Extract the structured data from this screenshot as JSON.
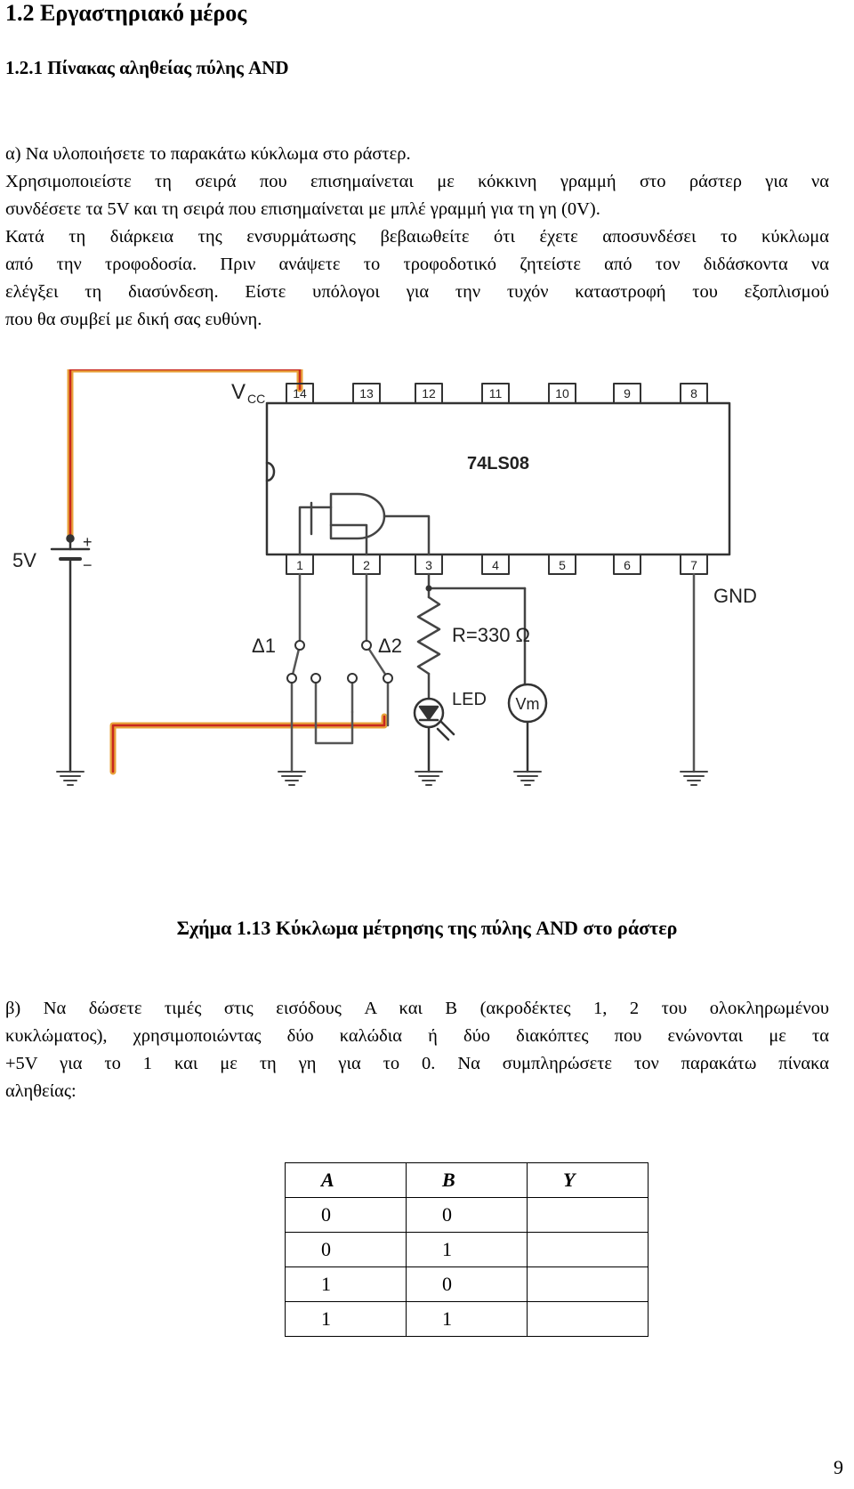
{
  "section_title": "1.2 Εργαστηριακό μέρος",
  "subsection_title": "1.2.1 Πίνακας αληθείας πύλης AND",
  "paragraph_a": [
    "α) Να υλοποιήσετε το παρακάτω κύκλωμα στο ράστερ.",
    "Χρησιμοποιείστε τη σειρά που επισημαίνεται με κόκκινη γραμμή στο ράστερ για να",
    "συνδέσετε τα 5V και τη σειρά που επισημαίνεται με μπλέ γραμμή για τη γη (0V).",
    "Κατά τη διάρκεια της ενσυρμάτωσης βεβαιωθείτε ότι έχετε αποσυνδέσει το κύκλωμα",
    "από την τροφοδοσία. Πριν ανάψετε το τροφοδοτικό ζητείστε από τον διδάσκοντα να",
    "ελέγξει τη διασύνδεση. Είστε υπόλογοι για την τυχόν καταστροφή του εξοπλισμού",
    "που θα συμβεί με δική σας ευθύνη."
  ],
  "figure": {
    "vcc_label": "V",
    "vcc_sub": "CC",
    "chip_label": "74LS08",
    "top_pins": [
      "14",
      "13",
      "12",
      "11",
      "10",
      "9",
      "8"
    ],
    "bottom_pins": [
      "1",
      "2",
      "3",
      "4",
      "5",
      "6",
      "7"
    ],
    "supply_label": "5V",
    "plus_sign": "+",
    "minus_sign": "−",
    "gnd_label": "GND",
    "switch1_label": "Δ1",
    "switch2_label": "Δ2",
    "resistor_label": "R=330 Ω",
    "led_label": "LED",
    "meter_label": "Vm",
    "colors": {
      "supply_wire": "#e8a33a",
      "supply_wire_core": "#c8281e",
      "wire": "#555555"
    }
  },
  "caption": "Σχήμα 1.13 Κύκλωμα μέτρησης της πύλης AND στο ράστερ",
  "paragraph_b": [
    "β) Να δώσετε τιμές στις εισόδους A και B (ακροδέκτες 1, 2 του ολοκληρωμένου",
    "κυκλώματος), χρησιμοποιώντας δύο καλώδια ή δύο διακόπτες που ενώνονται με τα",
    "+5V για το 1 και με τη γη για το 0. Να συμπληρώσετε τον παρακάτω πίνακα",
    "αληθείας:"
  ],
  "truth_table": {
    "headers": [
      "A",
      "B",
      "Y"
    ],
    "rows": [
      [
        "0",
        "0",
        ""
      ],
      [
        "0",
        "1",
        ""
      ],
      [
        "1",
        "0",
        ""
      ],
      [
        "1",
        "1",
        ""
      ]
    ]
  },
  "page_number": "9"
}
